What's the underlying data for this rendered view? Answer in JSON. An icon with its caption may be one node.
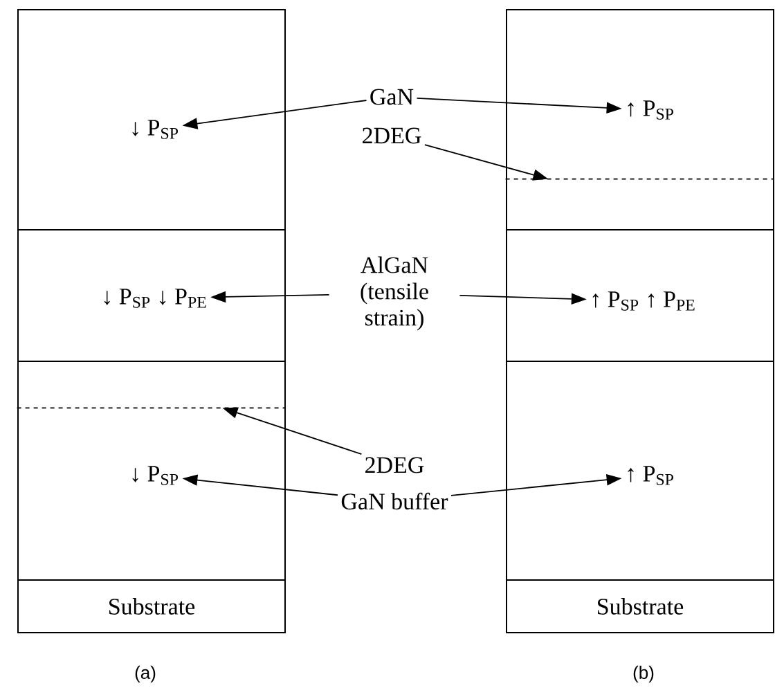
{
  "diagram": {
    "nodes": [
      {
        "text": [],
        "shape": "box"
      },
      {
        "text": [
          "↓ P$_{SP}$"
        ],
        "in": 0
      },
      {
        "text": [],
        "shape": "box"
      },
      {
        "text": [
          "↓ P$_{SP}$  ↓ P$_{PE}$"
        ],
        "in": 2
      },
      {
        "text": [],
        "shape": "box"
      },
      {
        "text": [],
        "shape": "box",
        "in": 4
      },
      {
        "text": [
          "↓ P$_{SP}$"
        ],
        "in": 4
      },
      {
        "text": [
          "Substrate"
        ]
      },
      {
        "text": [],
        "shape": "box"
      },
      {
        "text": [],
        "shape": "box",
        "in": 8
      },
      {
        "text": [
          "↑ P$_{SP}$"
        ],
        "in": 8
      },
      {
        "text": [],
        "shape": "box"
      },
      {
        "text": [
          "↑ P$_{SP}$  ↑ P$_{PE}$"
        ],
        "in": 11
      },
      {
        "text": [],
        "shape": "box"
      },
      {
        "text": [
          "↑ P$_{SP}$"
        ],
        "in": 13
      },
      {
        "text": [
          "Substrate"
        ]
      },
      {
        "text": [
          "GaN"
        ]
      },
      {
        "text": [
          "2DEG"
        ]
      },
      {
        "text": [
          "AlGaN (tensile strain)"
        ]
      },
      {
        "text": [
          "2DEG"
        ]
      },
      {
        "text": [
          "GaN buffer"
        ]
      }
    ],
    "edges": [
      {
        "from": 16,
        "to": 1,
        "arrow": "to"
      },
      {
        "from": 16,
        "to": 10,
        "arrow": "to"
      },
      {
        "from": 17,
        "to": 9,
        "arrow": "to"
      },
      {
        "from": 18,
        "to": 3,
        "arrow": "to"
      },
      {
        "from": 18,
        "to": 12,
        "arrow": "to"
      },
      {
        "from": 19,
        "to": 5,
        "arrow": "to"
      },
      {
        "from": 20,
        "to": 6,
        "arrow": "to"
      },
      {
        "from": 20,
        "to": 14,
        "arrow": "to"
      }
    ],
    "labels": [
      "(a)",
      "(b)"
    ]
  }
}
